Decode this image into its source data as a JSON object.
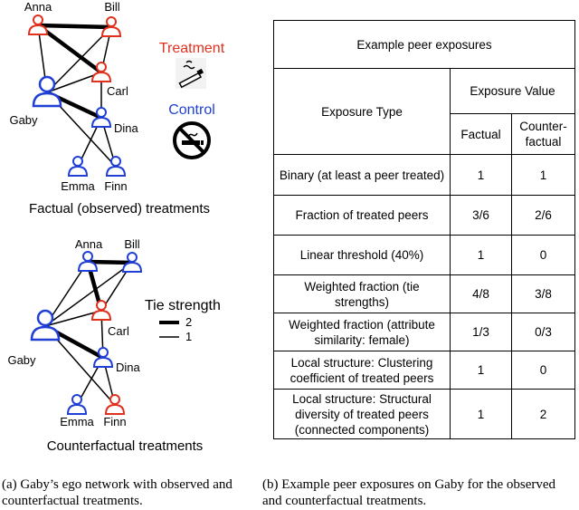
{
  "panel_a": {
    "legend": {
      "treatment_label": "Treatment",
      "control_label": "Control",
      "treatment_color": "#e0301e",
      "control_color": "#1f3fd6",
      "tie_strength_label": "Tie strength",
      "tie_strong_label": "2",
      "tie_weak_label": "1",
      "treatment_icon": "smoking-cigarette-icon",
      "control_icon": "no-smoking-icon"
    },
    "factual": {
      "title": "Factual (observed) treatments",
      "nodes": {
        "anna": {
          "label": "Anna",
          "status": "treated"
        },
        "bill": {
          "label": "Bill",
          "status": "treated"
        },
        "carl": {
          "label": "Carl",
          "status": "treated"
        },
        "gaby": {
          "label": "Gaby",
          "status": "control"
        },
        "dina": {
          "label": "Dina",
          "status": "control"
        },
        "emma": {
          "label": "Emma",
          "status": "control"
        },
        "finn": {
          "label": "Finn",
          "status": "control"
        }
      }
    },
    "counterfactual": {
      "title": "Counterfactual treatments",
      "nodes": {
        "anna": {
          "label": "Anna",
          "status": "control"
        },
        "bill": {
          "label": "Bill",
          "status": "control"
        },
        "carl": {
          "label": "Carl",
          "status": "treated"
        },
        "gaby": {
          "label": "Gaby",
          "status": "control"
        },
        "dina": {
          "label": "Dina",
          "status": "control"
        },
        "emma": {
          "label": "Emma",
          "status": "control"
        },
        "finn": {
          "label": "Finn",
          "status": "treated"
        }
      }
    },
    "edges": [
      {
        "from": "anna",
        "to": "bill",
        "strength": 2
      },
      {
        "from": "anna",
        "to": "carl",
        "strength": 2
      },
      {
        "from": "bill",
        "to": "carl",
        "strength": 1
      },
      {
        "from": "gaby",
        "to": "anna",
        "strength": 1
      },
      {
        "from": "gaby",
        "to": "bill",
        "strength": 1
      },
      {
        "from": "gaby",
        "to": "carl",
        "strength": 1
      },
      {
        "from": "gaby",
        "to": "dina",
        "strength": 2
      },
      {
        "from": "gaby",
        "to": "finn",
        "strength": 1
      },
      {
        "from": "carl",
        "to": "dina",
        "strength": 1
      },
      {
        "from": "dina",
        "to": "emma",
        "strength": 1
      },
      {
        "from": "dina",
        "to": "finn",
        "strength": 1
      }
    ],
    "caption": "(a) Gaby’s ego network with observed and counterfactual treatments."
  },
  "panel_b": {
    "table_title": "Example peer exposures",
    "header": {
      "exposure_type": "Exposure Type",
      "exposure_value": "Exposure Value",
      "factual": "Factual",
      "counterfactual": "Counter-factual"
    },
    "rows": [
      {
        "type": "Binary (at least a peer treated)",
        "factual": "1",
        "counterfactual": "1"
      },
      {
        "type": "Fraction of treated peers",
        "factual": "3/6",
        "counterfactual": "2/6"
      },
      {
        "type": "Linear threshold (40%)",
        "factual": "1",
        "counterfactual": "0"
      },
      {
        "type": "Weighted fraction (tie strengths)",
        "factual": "4/8",
        "counterfactual": "3/8"
      },
      {
        "type": "Weighted fraction (attribute similarity: female)",
        "factual": "1/3",
        "counterfactual": "0/3"
      },
      {
        "type": "Local structure: Clustering coefficient of treated peers",
        "factual": "1",
        "counterfactual": "0"
      },
      {
        "type": "Local structure: Structural diversity of treated peers (connected components)",
        "factual": "1",
        "counterfactual": "2"
      }
    ],
    "caption": "(b) Example peer exposures on Gaby for the observed and counterfactual treatments."
  }
}
